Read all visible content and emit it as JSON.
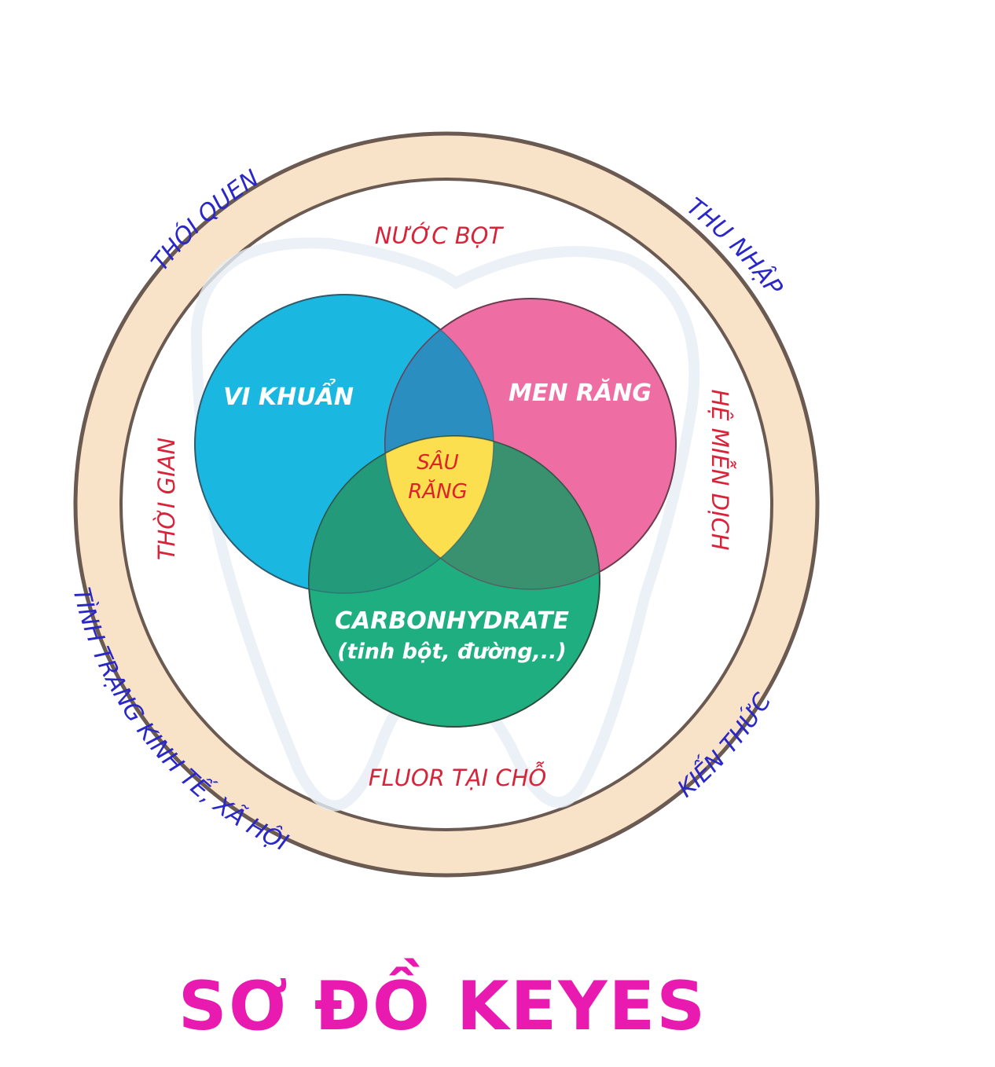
{
  "outer_ring": {
    "fill": "#f8e3c8",
    "stroke": "#6b5a52",
    "labels": {
      "top_left": "THÓI QUEN",
      "top_right": "THU NHẬP",
      "bottom_left": "TÌNH TRẠNG KINH TẾ, XÃ HỘI",
      "bottom_right": "KIẾN THỨC"
    }
  },
  "inner_factors": {
    "top": "NƯỚC BỌT",
    "left": "THỜI GIAN",
    "right": "HỆ MIỄN DỊCH",
    "bottom": "FLUOR TẠI CHỖ"
  },
  "circles": {
    "bacteria": {
      "label": "VI KHUẨN",
      "color": "#1ab8e0"
    },
    "enamel": {
      "label": "MEN RĂNG",
      "color": "#ee6ea3"
    },
    "carbohydrate": {
      "label": "CARBONHYDRATE",
      "sublabel": "(tinh bột, đường,..)",
      "color": "#1fae80"
    }
  },
  "center": {
    "line1": "SÂU",
    "line2": "RĂNG",
    "color": "#fbdf4e"
  },
  "title": "SƠ ĐỒ KEYES"
}
